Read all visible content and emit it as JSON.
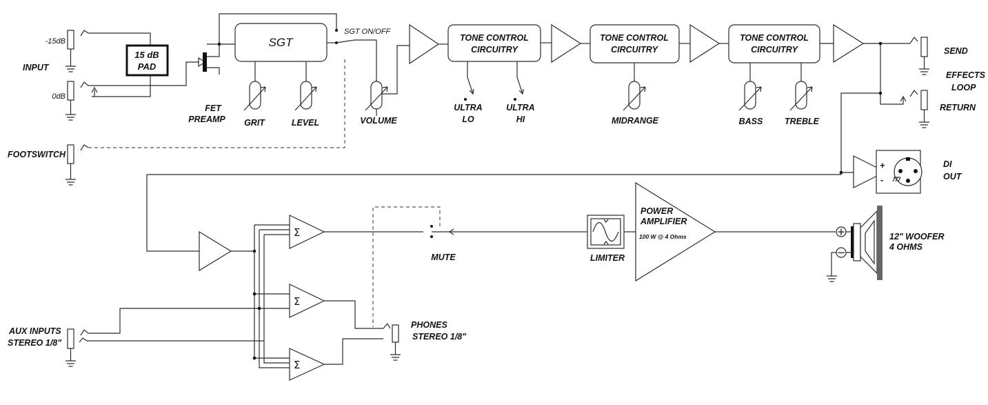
{
  "input": {
    "label": "INPUT",
    "level_high": "-15dB",
    "level_low": "0dB",
    "pad_line1": "15 dB",
    "pad_line2": "PAD"
  },
  "footswitch": {
    "label": "FOOTSWITCH"
  },
  "preamp": {
    "fet_line1": "FET",
    "fet_line2": "PREAMP",
    "sgt": "SGT",
    "sgt_switch": "SGT ON/OFF",
    "grit": "GRIT",
    "level": "LEVEL",
    "volume": "VOLUME"
  },
  "tone": {
    "block_line1": "TONE CONTROL",
    "block_line2": "CIRCUITRY",
    "ultra_lo_line1": "ULTRA",
    "ultra_lo_line2": "LO",
    "ultra_hi_line1": "ULTRA",
    "ultra_hi_line2": "HI",
    "midrange": "MIDRANGE",
    "bass": "BASS",
    "treble": "TREBLE"
  },
  "effects": {
    "send": "SEND",
    "loop_line1": "EFFECTS",
    "loop_line2": "LOOP",
    "return": "RETURN"
  },
  "di": {
    "line1": "DI",
    "line2": "OUT",
    "plus": "+",
    "minus": "-"
  },
  "mixer": {
    "sum_symbol": "Σ",
    "mute": "MUTE",
    "aux_line1": "AUX INPUTS",
    "aux_line2": "STEREO 1/8\"",
    "phones_line1": "PHONES",
    "phones_line2": "STEREO 1/8\""
  },
  "power": {
    "limiter": "LIMITER",
    "amp_line1": "POWER",
    "amp_line2": "AMPLIFIER",
    "amp_rating": "100 W @ 4 Ohms"
  },
  "speaker": {
    "line1": "12\" WOOFER",
    "line2": "4 OHMS",
    "plus": "+",
    "minus": "−"
  }
}
